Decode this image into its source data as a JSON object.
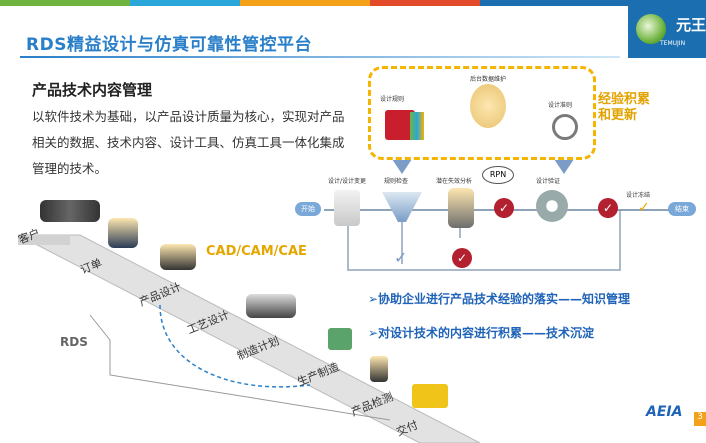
{
  "title": "RDS精益设计与仿真可靠性管控平台",
  "logo": {
    "name": "元王",
    "sub": "TEMUJIN"
  },
  "heading": "产品技术内容管理",
  "body": "以软件技术为基础，以产品设计质量为核心，实现对产品相关的数据、技术内容、设计工具、仿真工具一体化集成管理的技术。",
  "experience": {
    "line1": "经验积累",
    "line2": "和更新"
  },
  "flow_labels": {
    "backend": "后台数据维护",
    "design_rules": "设计规则",
    "design_criteria": "设计准则",
    "design_change": "设计/设计变更",
    "rule_check": "规则检查",
    "failure_analysis": "潜在失效分析",
    "rpn": "RPN",
    "design_verify": "设计验证",
    "design_freeze": "设计冻结",
    "start": "开始",
    "end": "结束"
  },
  "bullets": [
    "➢协助企业进行产品技术经验的落实——知识管理",
    "➢对设计技术的内容进行积累——技术沉淀"
  ],
  "cad": "CAD/CAM/CAE",
  "rds": "RDS",
  "stairs": [
    "客户",
    "订单",
    "产品设计",
    "工艺设计",
    "制造计划",
    "生产制造",
    "产品检测",
    "交付"
  ],
  "footer_logo": "AEIA",
  "page_num": "3",
  "colors": {
    "title": "#2a7fc9",
    "accent": "#f4b400",
    "bullet": "#1f63b8"
  }
}
